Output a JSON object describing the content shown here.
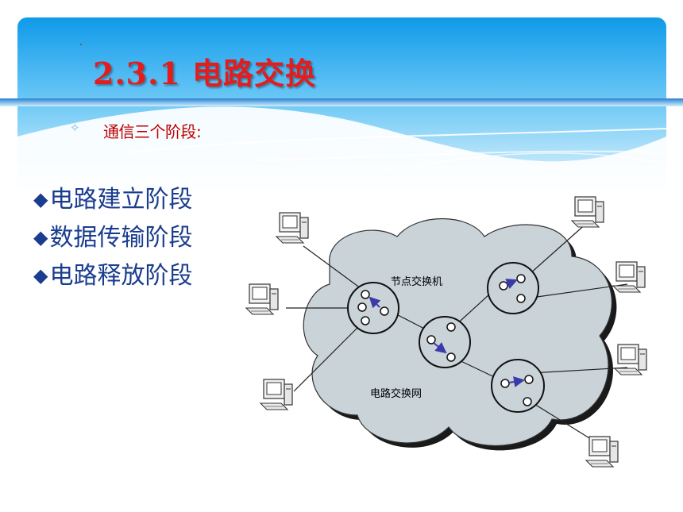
{
  "slide": {
    "title": "2.3.1 电路交换",
    "subtitle": "通信三个阶段:",
    "phases": [
      "电路建立阶段",
      "数据传输阶段",
      "电路释放阶段"
    ]
  },
  "diagram": {
    "labels": {
      "node_switch": "节点交换机",
      "network": "电路交换网"
    }
  },
  "colors": {
    "title": "#e51c1c",
    "subtitle": "#c00000",
    "phase_text": "#1a3d8f",
    "cloud_fill": "#c9d3d8",
    "arrow": "#3b3ba8"
  }
}
